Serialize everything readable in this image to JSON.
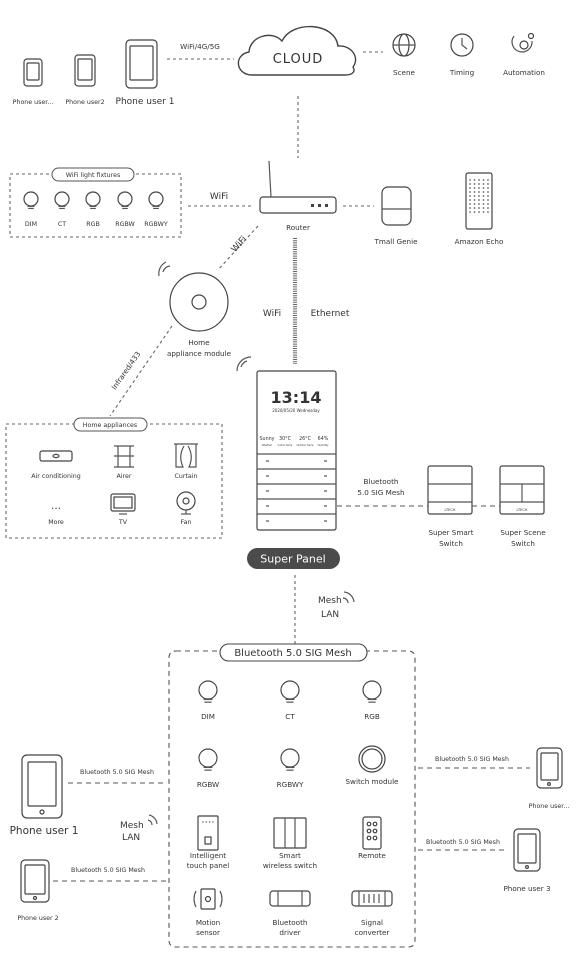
{
  "cloud": {
    "label": "CLOUD",
    "wifi_label": "WiFi/4G/5G"
  },
  "cloud_services": [
    {
      "label": "Scene",
      "icon": "globe-icon"
    },
    {
      "label": "Timing",
      "icon": "clock-icon"
    },
    {
      "label": "Automation",
      "icon": "automation-icon"
    }
  ],
  "phones_top": [
    {
      "label": "Phone user..."
    },
    {
      "label": "Phone user2"
    },
    {
      "label": "Phone user 1"
    }
  ],
  "wifi_fixtures": {
    "title": "WiFi light fixtures",
    "items": [
      "DIM",
      "CT",
      "RGB",
      "RGBW",
      "RGBWY"
    ]
  },
  "router": {
    "label": "Router",
    "wifi_left": "WiFi",
    "wifi_diag": "WiFi",
    "wifi_down": "WiFi",
    "ethernet": "Ethernet"
  },
  "speakers": [
    {
      "label": "Tmall Genie"
    },
    {
      "label": "Amazon Echo"
    }
  ],
  "home_module": {
    "label_line1": "Home",
    "label_line2": "appliance module",
    "link_label": "Infrared/433"
  },
  "home_appliances": {
    "title": "Home appliances",
    "items": [
      {
        "label": "Air conditioning",
        "icon": "air-conditioner-icon"
      },
      {
        "label": "Airer",
        "icon": "airer-icon"
      },
      {
        "label": "Curtain",
        "icon": "curtain-icon"
      },
      {
        "label": "More",
        "icon": "ellipsis-icon"
      },
      {
        "label": "TV",
        "icon": "tv-icon"
      },
      {
        "label": "Fan",
        "icon": "fan-icon"
      }
    ],
    "more_glyph": "..."
  },
  "panel": {
    "time": "13:14",
    "date": "2020/05/20 Wednesday",
    "weather": [
      {
        "value": "Sunny",
        "sub": "Weather"
      },
      {
        "value": "30°C",
        "sub": "Indoor temp"
      },
      {
        "value": "26°C",
        "sub": "Outdoor temp"
      },
      {
        "value": "64%",
        "sub": "Humidity"
      }
    ],
    "label": "Super Panel",
    "bt_label_line1": "Bluetooth",
    "bt_label_line2": "5.0 SIG Mesh"
  },
  "switches": [
    {
      "line1": "Super Smart",
      "line2": "Switch"
    },
    {
      "line1": "Super Scene",
      "line2": "Switch"
    }
  ],
  "switch_brand": "LTECH",
  "mesh_lan": {
    "line1": "Mesh",
    "line2": "LAN"
  },
  "mesh_box": {
    "title": "Bluetooth 5.0 SIG Mesh",
    "items": [
      {
        "label": "DIM",
        "icon": "bulb-icon"
      },
      {
        "label": "CT",
        "icon": "bulb-icon"
      },
      {
        "label": "RGB",
        "icon": "bulb-icon"
      },
      {
        "label": "RGBW",
        "icon": "bulb-icon"
      },
      {
        "label": "RGBWY",
        "icon": "bulb-icon"
      },
      {
        "label": "Switch module",
        "icon": "switch-module-icon"
      },
      {
        "label": "Intelligent",
        "label2": "touch panel",
        "icon": "touch-panel-icon"
      },
      {
        "label": "Smart",
        "label2": "wireless switch",
        "icon": "wireless-switch-icon"
      },
      {
        "label": "Remote",
        "icon": "remote-icon"
      },
      {
        "label": "Motion",
        "label2": "sensor",
        "icon": "motion-sensor-icon"
      },
      {
        "label": "Bluetooth",
        "label2": "driver",
        "icon": "driver-icon"
      },
      {
        "label": "Signal",
        "label2": "converter",
        "icon": "converter-icon"
      }
    ]
  },
  "phones_bottom": [
    {
      "label": "Phone user 1",
      "link": "Bluetooth 5.0 SIG Mesh"
    },
    {
      "label": "Phone user 2",
      "link": "Bluetooth 5.0 SIG Mesh"
    },
    {
      "label": "Phone user...",
      "link": "Bluetooth 5.0 SIG Mesh"
    },
    {
      "label": "Phone user 3",
      "link": "Bluetooth 5.0 SIG Mesh"
    }
  ],
  "mesh_lan_left": {
    "line1": "Mesh",
    "line2": "LAN"
  }
}
